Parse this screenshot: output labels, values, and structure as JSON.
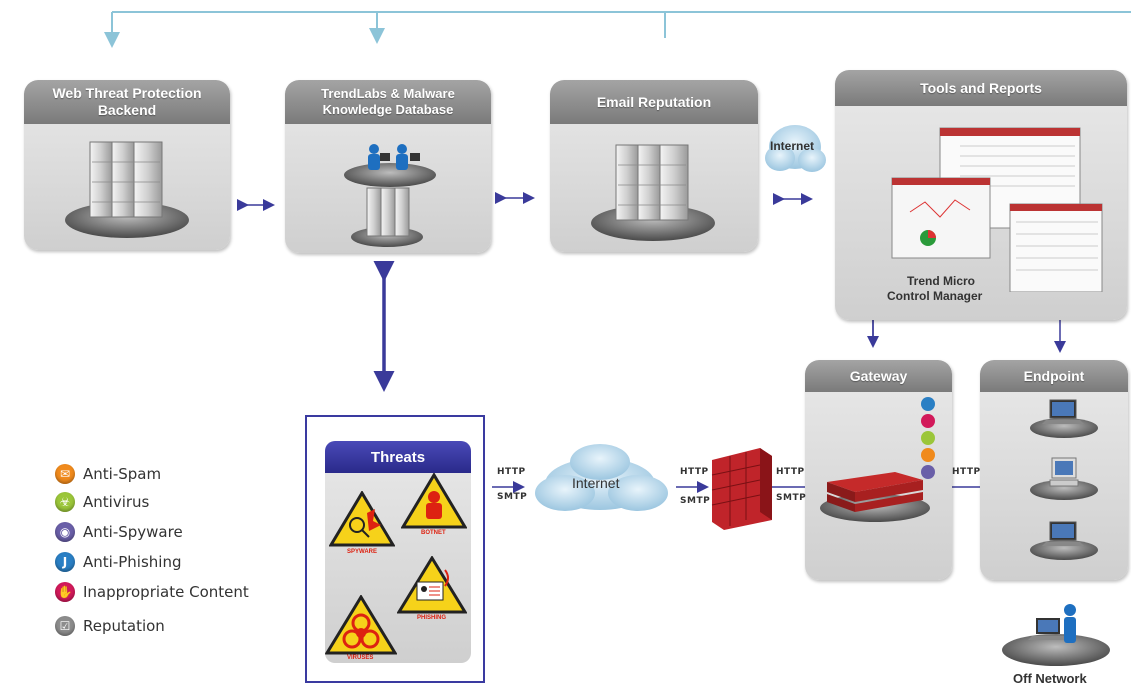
{
  "panels": {
    "web_threat": "Web Threat Protection Backend",
    "trendlabs": "TrendLabs & Malware Knowledge Database",
    "email_rep": "Email Reputation",
    "tools": "Tools and Reports",
    "gateway": "Gateway",
    "endpoint": "Endpoint"
  },
  "labels": {
    "internet_top": "Internet",
    "internet_mid": "Internet",
    "trend_micro": "Trend Micro",
    "control_manager": "Control Manager",
    "off_network": "Off Network"
  },
  "threats": {
    "title": "Threats",
    "spyware": "SPYWARE",
    "botnet": "BOTNET",
    "phishing": "PHISHING",
    "viruses": "VIRUSES"
  },
  "protocols": {
    "http": "HTTP",
    "smtp": "SMTP"
  },
  "legend": [
    {
      "label": "Anti-Spam",
      "color": "#f08a1c",
      "icon": "mail-icon"
    },
    {
      "label": "Antivirus",
      "color": "#9bc63a",
      "icon": "biohazard-icon"
    },
    {
      "label": "Anti-Spyware",
      "color": "#6a5fa8",
      "icon": "eye-icon"
    },
    {
      "label": "Anti-Phishing",
      "color": "#2a7fc4",
      "icon": "hook-icon"
    },
    {
      "label": "Inappropriate Content",
      "color": "#d2195a",
      "icon": "hand-icon"
    },
    {
      "label": "Reputation",
      "color": "#8c8c8c",
      "icon": "check-icon"
    }
  ],
  "colors": {
    "connector": "#3a3a9a",
    "top_line": "#8cc4d8",
    "threat_border": "#3a3aa0",
    "firewall": "#c0242a",
    "panel_header": "#8a8a8a"
  }
}
